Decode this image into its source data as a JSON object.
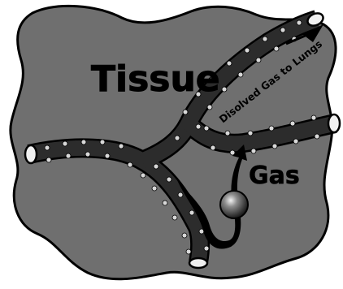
{
  "labels": {
    "tissue": "Tissue",
    "gas": "Gas",
    "vessel_text": "Disolved Gas to Lungs"
  },
  "colors": {
    "tissue_fill": "#6f6f6f",
    "vessel_fill": "#2c2c2c",
    "bead": "#d8d8d8",
    "outline": "#000000",
    "bubble": "#3a3a3a"
  }
}
